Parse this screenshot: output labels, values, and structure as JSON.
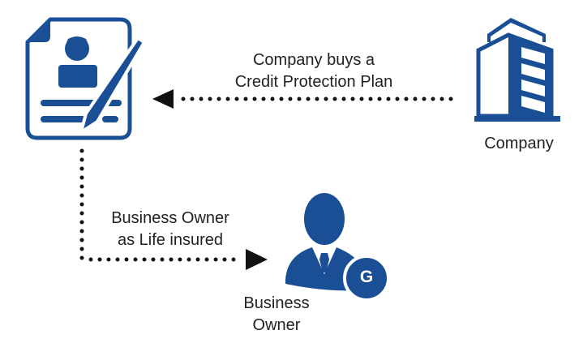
{
  "colors": {
    "icon": "#1a4f96",
    "line": "#111111"
  },
  "flow_top": {
    "line1": "Company buys a",
    "line2": "Credit Protection Plan"
  },
  "flow_bottom": {
    "line1": "Business Owner",
    "line2": "as Life insured"
  },
  "company": {
    "label": "Company"
  },
  "owner": {
    "line1": "Business",
    "line2": "Owner",
    "badge": "G"
  }
}
